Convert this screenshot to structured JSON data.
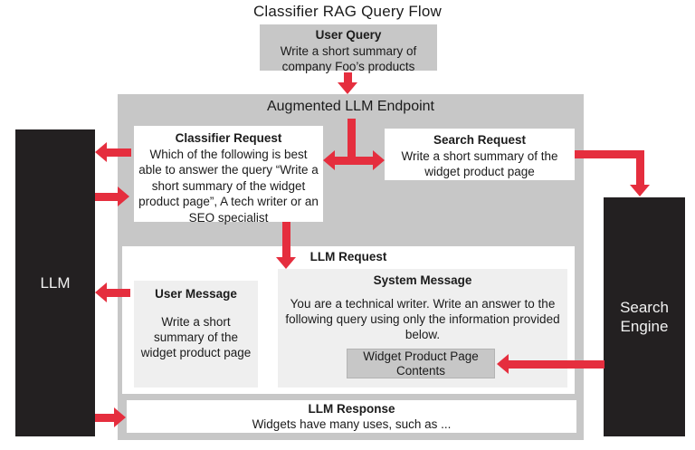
{
  "title": "Classifier RAG Query Flow",
  "colors": {
    "accent_red": "#e52e3e",
    "container_gray": "#c7c7c7",
    "light_box_gray": "#efefef",
    "dark_node": "#232021",
    "card_white": "#ffffff"
  },
  "user_query": {
    "title": "User Query",
    "body": "Write a short summary of company Foo’s products"
  },
  "endpoint": {
    "title": "Augmented LLM Endpoint"
  },
  "classifier_request": {
    "title": "Classifier Request",
    "body": "Which of the following is best able to answer the query “Write a short summary of the widget product page”, A tech writer or an SEO specialist"
  },
  "search_request": {
    "title": "Search Request",
    "body": "Write a short summary of the widget product page"
  },
  "llm_node": {
    "label": "LLM"
  },
  "search_engine_node": {
    "label": "Search Engine"
  },
  "llm_request": {
    "title": "LLM Request",
    "user_message": {
      "title": "User Message",
      "body": "Write a short summary of the widget product page"
    },
    "system_message": {
      "title": "System Message",
      "body": "You are a technical writer. Write an answer to the following query using only the information provided below.",
      "contents_box": "Widget Product Page Contents"
    }
  },
  "llm_response": {
    "title": "LLM Response",
    "body": "Widgets have many uses, such as ..."
  }
}
